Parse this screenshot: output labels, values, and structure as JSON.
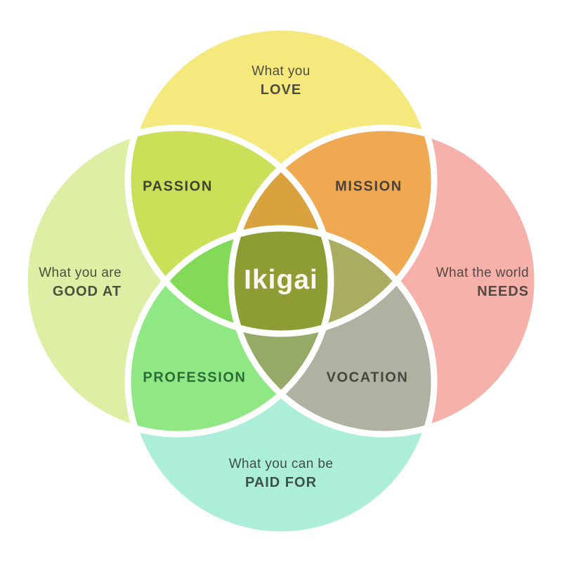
{
  "diagram": {
    "title": "Ikigai",
    "type": "venn-4-circle"
  },
  "circles": {
    "love": {
      "line1": "What you",
      "line2": "LOVE"
    },
    "good_at": {
      "line1": "What you are",
      "line2": "GOOD AT"
    },
    "needs": {
      "line1": "What the world",
      "line2": "NEEDS"
    },
    "paid_for": {
      "line1": "What you can be",
      "line2": "PAID FOR"
    }
  },
  "overlaps": {
    "passion": "PASSION",
    "mission": "MISSION",
    "profession": "PROFESSION",
    "vocation": "VOCATION",
    "center": "Ikigai"
  },
  "colors": {
    "love_circle": "#F5E97E",
    "good_at_circle": "#DCEFA4",
    "needs_circle": "#F6B1AA",
    "paid_for_circle": "#ACEEDA",
    "passion": "#CCDF59",
    "mission": "#EFA953",
    "profession": "#8FE884",
    "vocation": "#B0B1A0",
    "overlap_top": "#D9A23E",
    "overlap_left": "#83DA58",
    "overlap_right": "#A8AD61",
    "overlap_bottom": "#96A966",
    "center": "#8D9C33",
    "divider": "#FFFFFF"
  }
}
